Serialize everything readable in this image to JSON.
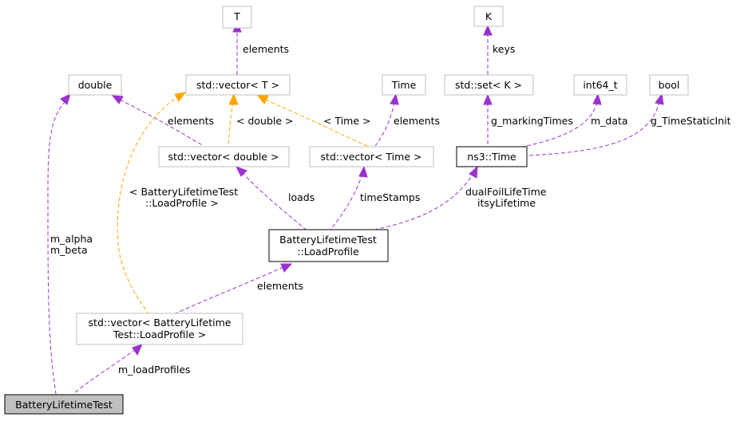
{
  "nodes": {
    "T": "T",
    "K": "K",
    "double": "double",
    "vector_T": "std::vector< T >",
    "Time": "Time",
    "set_K": "std::set< K >",
    "int64_t": "int64_t",
    "bool": "bool",
    "vector_double": "std::vector< double >",
    "vector_Time": "std::vector< Time >",
    "ns3_Time": "ns3::Time",
    "LoadProfile_l1": "BatteryLifetimeTest",
    "LoadProfile_l2": "::LoadProfile",
    "vector_LoadProfile_l1": "std::vector< BatteryLifetime",
    "vector_LoadProfile_l2": "Test::LoadProfile >",
    "BatteryLifetimeTest": "BatteryLifetimeTest"
  },
  "edge_labels": {
    "vecT_T": "elements",
    "setK_K": "keys",
    "double_vecdouble": "elements",
    "vecT_vecdouble": "< double >",
    "vecT_vecTime": "< Time >",
    "Time_vecTime": "elements",
    "setK_ns3": "g_markingTimes",
    "int64_ns3": "m_data",
    "bool_ns3": "g_TimeStaticInit",
    "vecdouble_LP": "loads",
    "vecTime_LP": "timeStamps",
    "ns3_LP_l1": "dualFoilLifeTime",
    "ns3_LP_l2": "itsyLifetime",
    "vecT_vecLP_l1": "< BatteryLifetimeTest",
    "vecT_vecLP_l2": "::LoadProfile >",
    "double_BLT_l1": "m_alpha",
    "double_BLT_l2": "m_beta",
    "LP_vecLP": "elements",
    "vecLP_BLT": "m_loadProfiles"
  },
  "colors": {
    "member_edge": "#9a32cd",
    "template_edge": "#ffa500",
    "node_border": "#bfbfbf",
    "highlight_border": "#000000",
    "current_fill": "#bfbfbf"
  }
}
